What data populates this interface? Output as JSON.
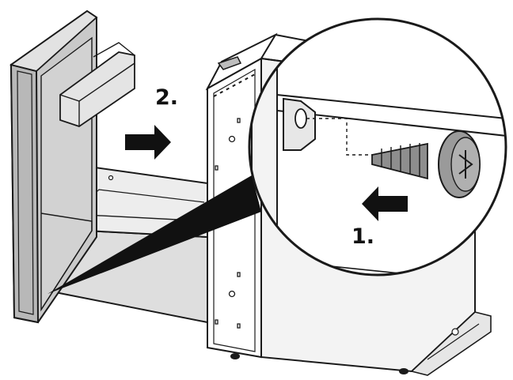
{
  "figure": {
    "steps": [
      {
        "label": "1.",
        "direction": "left",
        "subject": "screw"
      },
      {
        "label": "2.",
        "direction": "right",
        "subject": "drawer-front"
      }
    ]
  },
  "colors": {
    "background": "#ffffff",
    "line": "#1a1a1a",
    "cabinet_fill": "#ffffff",
    "cabinet_side_fill": "#f3f3f3",
    "panel_fill": "#c9c9c9",
    "drawer_fill": "#dedede",
    "screw_fill": "#8e8e8e",
    "arrow": "#111111"
  },
  "icons": {
    "arrow_step_1": "arrow-left-icon",
    "arrow_step_2": "arrow-right-icon",
    "screw": "screw-icon"
  }
}
